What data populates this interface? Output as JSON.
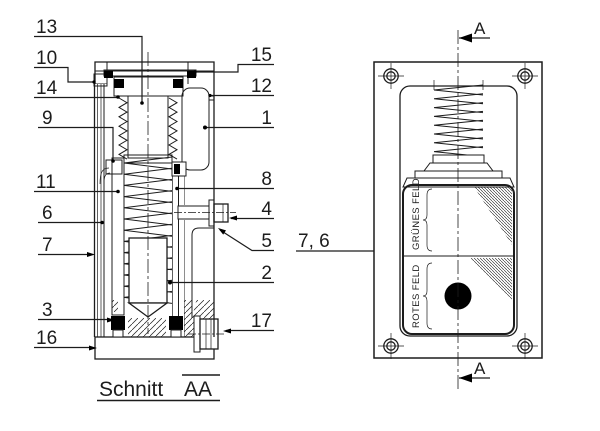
{
  "drawing": {
    "type": "technical-section-drawing",
    "section": {
      "prefix": "Schnitt",
      "ref": "AA",
      "arrow": "A"
    },
    "front_view": {
      "green_field": "GRÜNES FELD",
      "red_field": "ROTES FELD"
    },
    "callouts": {
      "n1": "1",
      "n2": "2",
      "n3": "3",
      "n4": "4",
      "n5": "5",
      "n6": "6",
      "n7": "7",
      "n8": "8",
      "n9": "9",
      "n10": "10",
      "n11": "11",
      "n12": "12",
      "n13": "13",
      "n14": "14",
      "n15": "15",
      "n16": "16",
      "n17": "17",
      "n76": "7, 6"
    },
    "colors": {
      "line": "#1c1c1c",
      "background": "#ffffff",
      "indicator_dot": "#000000"
    }
  }
}
